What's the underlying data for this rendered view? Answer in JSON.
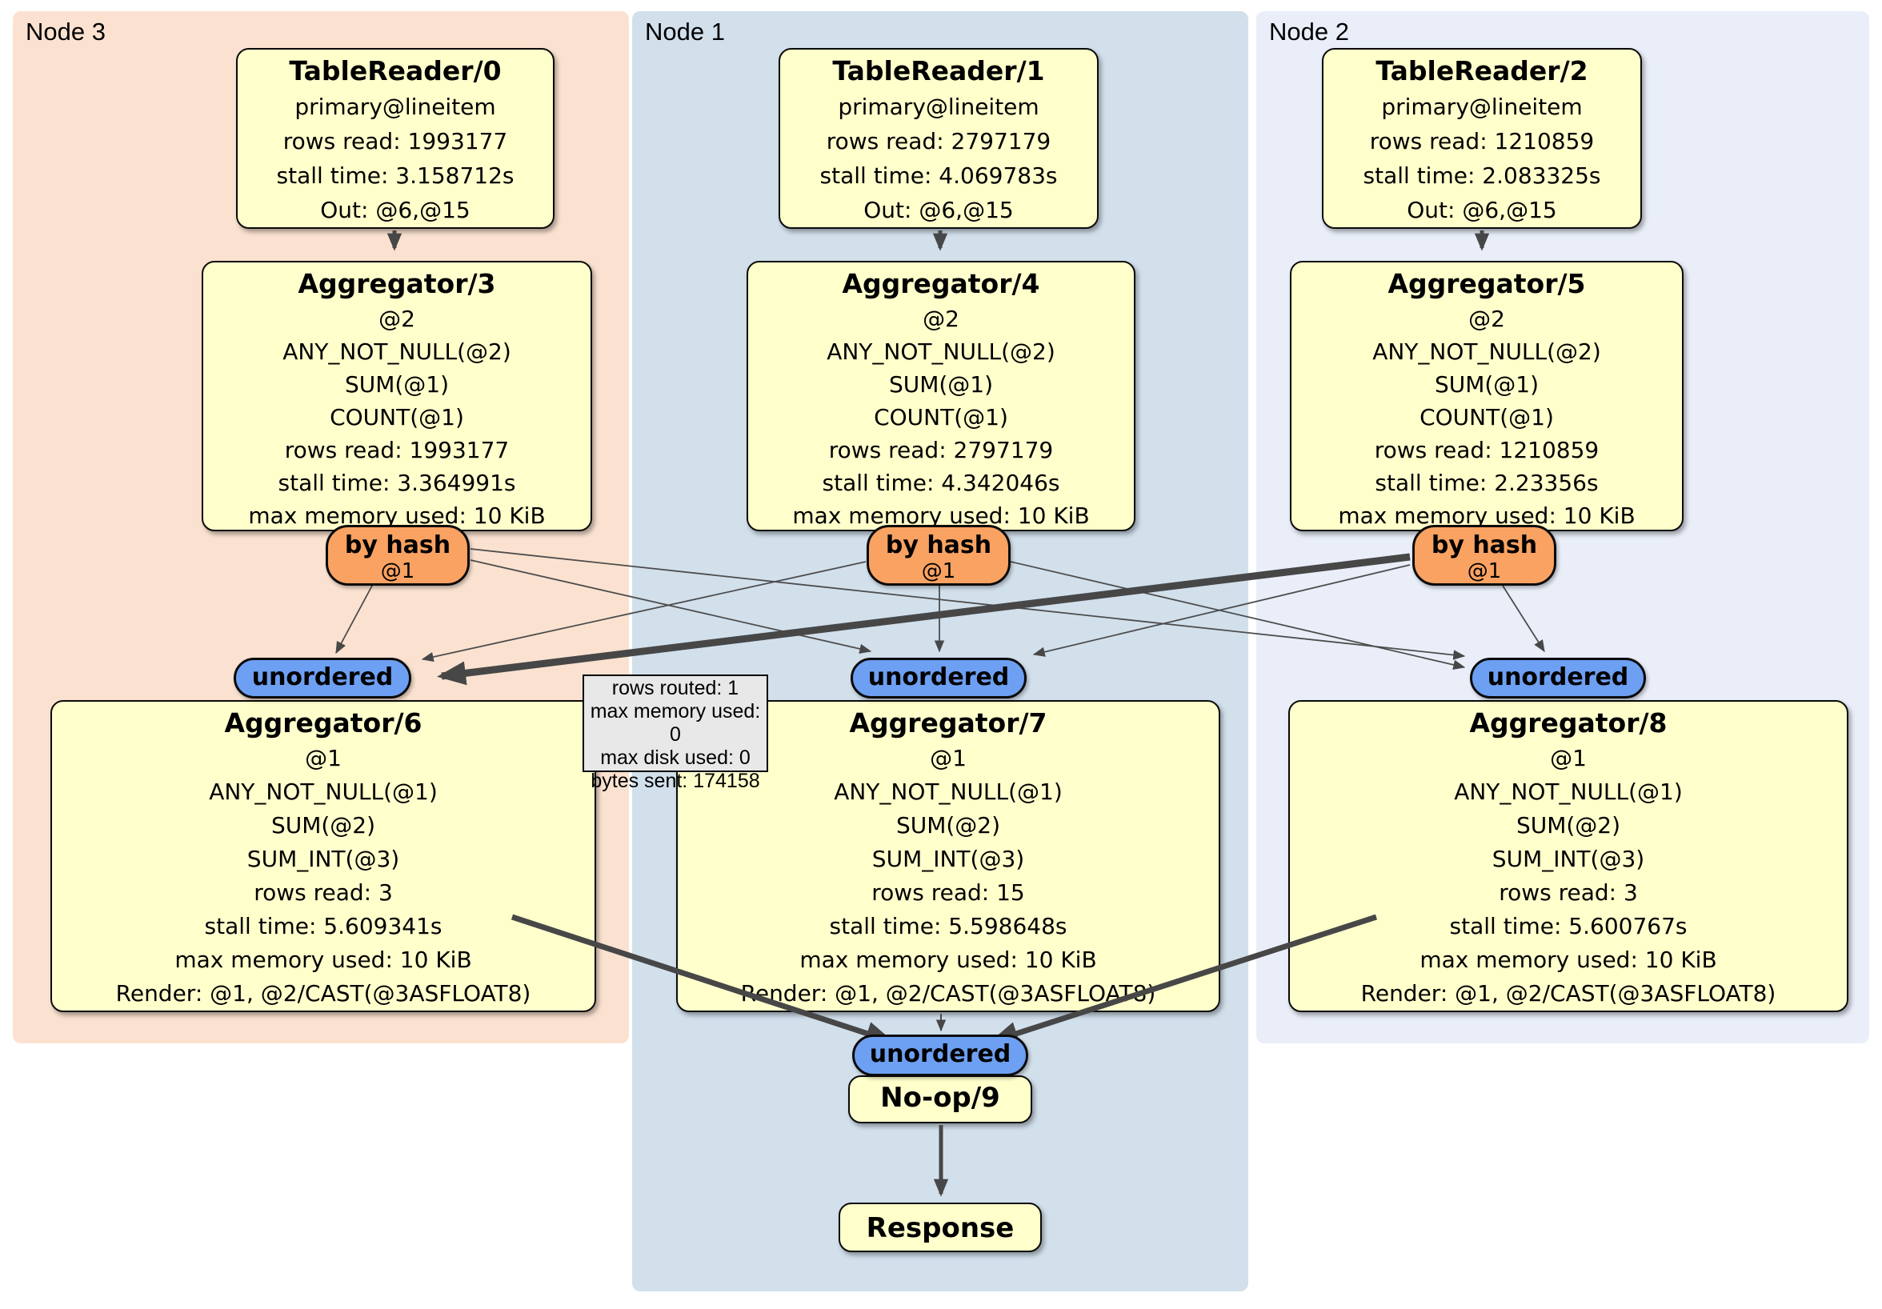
{
  "diagram": {
    "edge_tooltip": {
      "lines": [
        "rows routed: 1",
        "max memory used: 0",
        "max disk used: 0",
        "bytes sent: 174158"
      ]
    },
    "colors": {
      "processor_fill": "#ffffcc",
      "router_fill": "#f9a262",
      "sync_fill": "#6d9ff2",
      "node3_bg": "#fbe2d0",
      "node1_bg": "#d2e0ec",
      "node2_bg": "#e9eef9",
      "edge": "#474747",
      "tooltip_bg": "#e8e8e8"
    },
    "nodes": [
      {
        "label": "Node 3",
        "table_reader": {
          "title": "TableReader/0",
          "lines": [
            "primary@lineitem",
            "rows read: 1993177",
            "stall time: 3.158712s",
            "Out: @6,@15"
          ]
        },
        "aggregator_top": {
          "title": "Aggregator/3",
          "lines": [
            "@2",
            "ANY_NOT_NULL(@2)",
            "SUM(@1)",
            "COUNT(@1)",
            "rows read: 1993177",
            "stall time: 3.364991s",
            "max memory used: 10 KiB"
          ]
        },
        "router": {
          "label": "by hash",
          "tag": "@1"
        },
        "sync": {
          "label": "unordered"
        },
        "aggregator_bottom": {
          "title": "Aggregator/6",
          "lines": [
            "@1",
            "ANY_NOT_NULL(@1)",
            "SUM(@2)",
            "SUM_INT(@3)",
            "rows read: 3",
            "stall time: 5.609341s",
            "max memory used: 10 KiB",
            "Render: @1, @2/CAST(@3ASFLOAT8)"
          ]
        }
      },
      {
        "label": "Node 1",
        "table_reader": {
          "title": "TableReader/1",
          "lines": [
            "primary@lineitem",
            "rows read: 2797179",
            "stall time: 4.069783s",
            "Out: @6,@15"
          ]
        },
        "aggregator_top": {
          "title": "Aggregator/4",
          "lines": [
            "@2",
            "ANY_NOT_NULL(@2)",
            "SUM(@1)",
            "COUNT(@1)",
            "rows read: 2797179",
            "stall time: 4.342046s",
            "max memory used: 10 KiB"
          ]
        },
        "router": {
          "label": "by hash",
          "tag": "@1"
        },
        "sync": {
          "label": "unordered"
        },
        "aggregator_bottom": {
          "title": "Aggregator/7",
          "lines": [
            "@1",
            "ANY_NOT_NULL(@1)",
            "SUM(@2)",
            "SUM_INT(@3)",
            "rows read: 15",
            "stall time: 5.598648s",
            "max memory used: 10 KiB",
            "Render: @1, @2/CAST(@3ASFLOAT8)"
          ]
        },
        "final": {
          "sync": {
            "label": "unordered"
          },
          "noop": {
            "title": "No-op/9"
          },
          "response": {
            "title": "Response"
          }
        }
      },
      {
        "label": "Node 2",
        "table_reader": {
          "title": "TableReader/2",
          "lines": [
            "primary@lineitem",
            "rows read: 1210859",
            "stall time: 2.083325s",
            "Out: @6,@15"
          ]
        },
        "aggregator_top": {
          "title": "Aggregator/5",
          "lines": [
            "@2",
            "ANY_NOT_NULL(@2)",
            "SUM(@1)",
            "COUNT(@1)",
            "rows read: 1210859",
            "stall time: 2.23356s",
            "max memory used: 10 KiB"
          ]
        },
        "router": {
          "label": "by hash",
          "tag": "@1"
        },
        "sync": {
          "label": "unordered"
        },
        "aggregator_bottom": {
          "title": "Aggregator/8",
          "lines": [
            "@1",
            "ANY_NOT_NULL(@1)",
            "SUM(@2)",
            "SUM_INT(@3)",
            "rows read: 3",
            "stall time: 5.600767s",
            "max memory used: 10 KiB",
            "Render: @1, @2/CAST(@3ASFLOAT8)"
          ]
        }
      }
    ]
  }
}
